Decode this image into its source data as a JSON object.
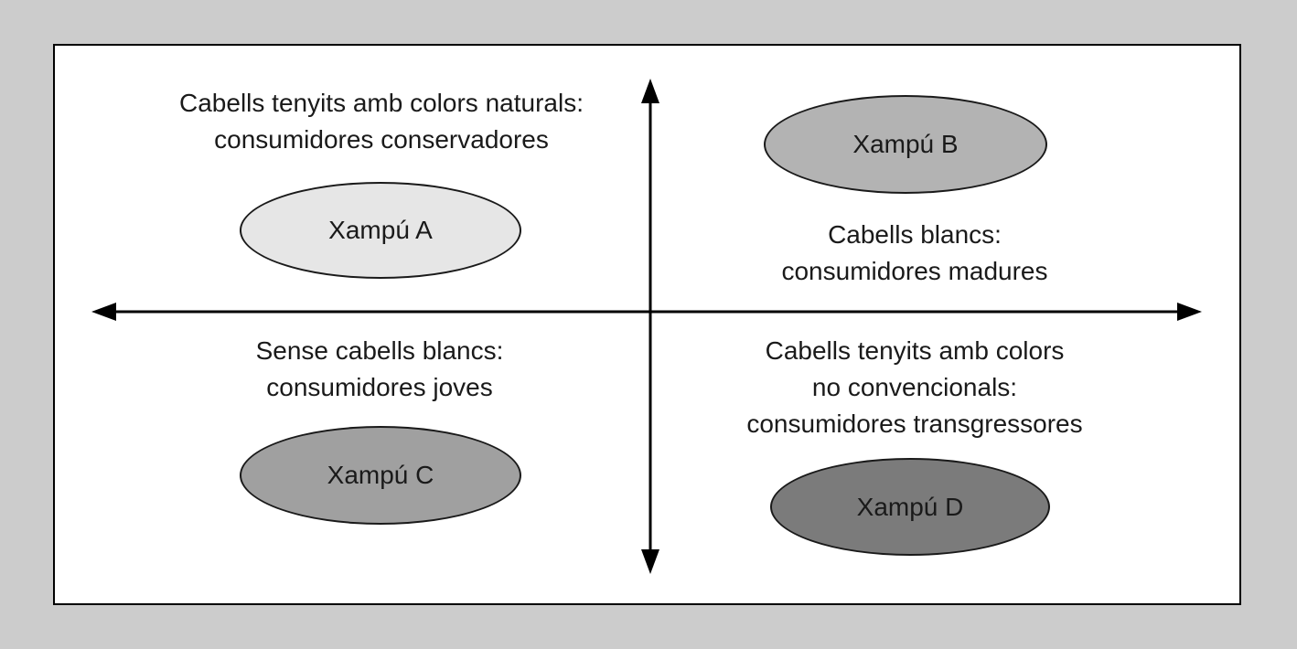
{
  "diagram": {
    "type": "positioning-map",
    "quadrants": {
      "top_left": {
        "segment_line1": "Cabells tenyits amb colors naturals:",
        "segment_line2": "consumidores conservadores",
        "bubble_label": "Xampú A",
        "bubble_fill": "#e6e6e6"
      },
      "top_right": {
        "segment_line1": "Cabells blancs:",
        "segment_line2": "consumidores madures",
        "bubble_label": "Xampú B",
        "bubble_fill": "#b3b3b3"
      },
      "bottom_left": {
        "segment_line1": "Sense cabells blancs:",
        "segment_line2": "consumidores joves",
        "bubble_label": "Xampú C",
        "bubble_fill": "#a0a0a0"
      },
      "bottom_right": {
        "segment_line1": "Cabells tenyits amb colors",
        "segment_line2": "no convencionals:",
        "segment_line3": "consumidores transgressores",
        "bubble_label": "Xampú D",
        "bubble_fill": "#7b7b7b"
      }
    },
    "colors": {
      "page_background": "#cccccc",
      "panel_background": "#ffffff",
      "panel_border": "#000000",
      "axis_color": "#000000",
      "text_color": "#1a1a1a"
    }
  }
}
